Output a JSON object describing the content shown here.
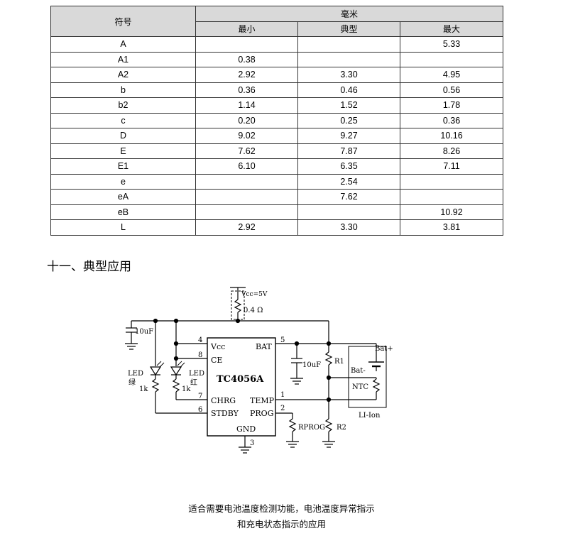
{
  "table": {
    "header_symbol": "符号",
    "header_unit": "毫米",
    "header_min": "最小",
    "header_typ": "典型",
    "header_max": "最大",
    "rows": [
      {
        "sym": "A",
        "min": "",
        "typ": "",
        "max": "5.33"
      },
      {
        "sym": "A1",
        "min": "0.38",
        "typ": "",
        "max": ""
      },
      {
        "sym": "A2",
        "min": "2.92",
        "typ": "3.30",
        "max": "4.95"
      },
      {
        "sym": "b",
        "min": "0.36",
        "typ": "0.46",
        "max": "0.56"
      },
      {
        "sym": "b2",
        "min": "1.14",
        "typ": "1.52",
        "max": "1.78"
      },
      {
        "sym": "c",
        "min": "0.20",
        "typ": "0.25",
        "max": "0.36"
      },
      {
        "sym": "D",
        "min": "9.02",
        "typ": "9.27",
        "max": "10.16"
      },
      {
        "sym": "E",
        "min": "7.62",
        "typ": "7.87",
        "max": "8.26"
      },
      {
        "sym": "E1",
        "min": "6.10",
        "typ": "6.35",
        "max": "7.11"
      },
      {
        "sym": "e",
        "min": "",
        "typ": "2.54",
        "max": ""
      },
      {
        "sym": "eA",
        "min": "",
        "typ": "7.62",
        "max": ""
      },
      {
        "sym": "eB",
        "min": "",
        "typ": "",
        "max": "10.92"
      },
      {
        "sym": "L",
        "min": "2.92",
        "typ": "3.30",
        "max": "3.81"
      }
    ]
  },
  "section_title": "十一、典型应用",
  "circuit": {
    "vcc_label": "Vcc=5V",
    "vcc_resistor": "0.4 Ω",
    "cap_in": "10uF",
    "led_green_label": "LED",
    "led_green_color": "绿",
    "led_red_label": "LED",
    "led_red_color": "红",
    "res_1k_a": "1k",
    "res_1k_b": "1k",
    "ic_name": "TC4056A",
    "pin_vcc": "Vcc",
    "pin_ce": "CE",
    "pin_chrg": "CHRG",
    "pin_stdby": "STDBY",
    "pin_bat": "BAT",
    "pin_temp": "TEMP",
    "pin_prog": "PROG",
    "pin_gnd": "GND",
    "pin4": "4",
    "pin8": "8",
    "pin7": "7",
    "pin6": "6",
    "pin5": "5",
    "pin1": "1",
    "pin2": "2",
    "pin3": "3",
    "cap_bat": "10uF",
    "r1": "R1",
    "r2": "R2",
    "rprog": "RPROG",
    "bat_plus": "Bat+",
    "bat_minus": "Bat-",
    "ntc": "NTC",
    "battery": "LI-Ion"
  },
  "caption_line1": "适合需要电池温度检测功能，电池温度异常指示",
  "caption_line2": "和充电状态指示的应用"
}
